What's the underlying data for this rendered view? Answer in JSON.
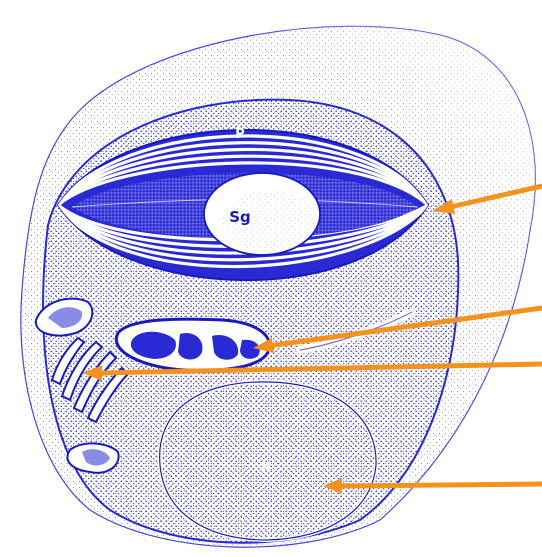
{
  "diagram": {
    "labels": {
      "plastid": "P",
      "starch_grain": "Sg",
      "nucleus": "N"
    },
    "colors": {
      "stipple": "#2a2ad4",
      "stipple_light": "#6f6ff0",
      "arrow": "#f4921e",
      "background": "#ffffff"
    },
    "arrow_count": 4
  }
}
